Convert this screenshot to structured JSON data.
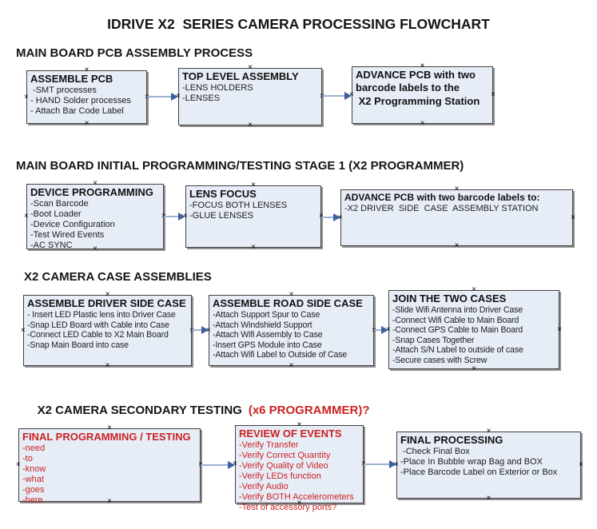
{
  "title": "IDRIVE X2  SERIES CAMERA PROCESSING FLOWCHART",
  "colors": {
    "red_accent": "#cc2222",
    "box_fill": "#e7edf7",
    "box_border": "#404040",
    "connector_line": "#9fb1d2",
    "connector_head": "#3c5fa0"
  },
  "icons": {
    "connection_handle": "×",
    "arrowhead": "right-arrowhead"
  },
  "sections": [
    {
      "heading": "MAIN BOARD PCB ASSEMBLY PROCESS",
      "boxes": [
        {
          "title": "ASSEMBLE PCB",
          "items": [
            " -SMT processes",
            "- HAND Solder processes",
            "- Attach Bar Code Label"
          ]
        },
        {
          "title": "TOP LEVEL ASSEMBLY",
          "items": [
            "-LENS HOLDERS",
            "-LENSES"
          ]
        },
        {
          "title": "ADVANCE PCB with two\nbarcode labels to the\n X2 Programming Station",
          "items": []
        }
      ]
    },
    {
      "heading": "MAIN BOARD INITIAL PROGRAMMING/TESTING STAGE 1 (X2 PROGRAMMER)",
      "boxes": [
        {
          "title": "DEVICE PROGRAMMING",
          "items": [
            "-Scan Barcode",
            "-Boot Loader",
            "-Device Configuration",
            "-Test Wired Events",
            "-AC SYNC"
          ]
        },
        {
          "title": "LENS FOCUS",
          "items": [
            "-FOCUS BOTH LENSES",
            "-GLUE LENSES"
          ]
        },
        {
          "title": "ADVANCE PCB with two barcode labels to:",
          "items": [
            "-X2 DRIVER  SIDE  CASE  ASSEMBLY STATION"
          ]
        }
      ]
    },
    {
      "heading": "X2 CAMERA CASE ASSEMBLIES",
      "boxes": [
        {
          "title": "ASSEMBLE DRIVER SIDE CASE",
          "items": [
            "- Insert LED Plastic lens into Driver Case",
            "-Snap LED Board with Cable into Case",
            "-Connect LED Cable to X2 Main Board",
            "-Snap Main Board into case"
          ]
        },
        {
          "title": "ASSEMBLE ROAD SIDE CASE",
          "items": [
            "-Attach Support Spur to Case",
            "-Attach Windshield Support",
            "-Attach Wifi Assembly to Case",
            "-Insert GPS Module into Case",
            "-Attach Wifi Label to Outside of Case"
          ]
        },
        {
          "title": "JOIN THE TWO CASES",
          "items": [
            "-Slide Wifi Antenna into Driver Case",
            "-Connect Wifi Cable to Main Board",
            "-Connect GPS Cable to Main Board",
            "-Snap Cases Together",
            "-Attach S/N Label to outside of case",
            "-Secure cases with Screw"
          ]
        }
      ]
    },
    {
      "heading": "X2 CAMERA SECONDARY TESTING",
      "heading_suffix": "(x6 PROGRAMMER)?",
      "boxes": [
        {
          "title": "FINAL PROGRAMMING / TESTING",
          "color": "red",
          "items": [
            "-need",
            "-to",
            "-know",
            "-what",
            "-goes",
            "-here"
          ]
        },
        {
          "title": "REVIEW OF EVENTS",
          "color": "red",
          "items": [
            "-Verify Transfer",
            "-Verify Correct Quantity",
            "-Verify Quality of Video",
            "-Verify LEDs function",
            "-Verify Audio",
            "-Verify BOTH Accelerometers",
            "-Test of accessory ports?"
          ]
        },
        {
          "title": "FINAL PROCESSING",
          "items": [
            " -Check Final Box",
            "-Place In Bubble wrap Bag and BOX",
            "-Place Barcode Label on Exterior or Box"
          ]
        }
      ]
    }
  ]
}
